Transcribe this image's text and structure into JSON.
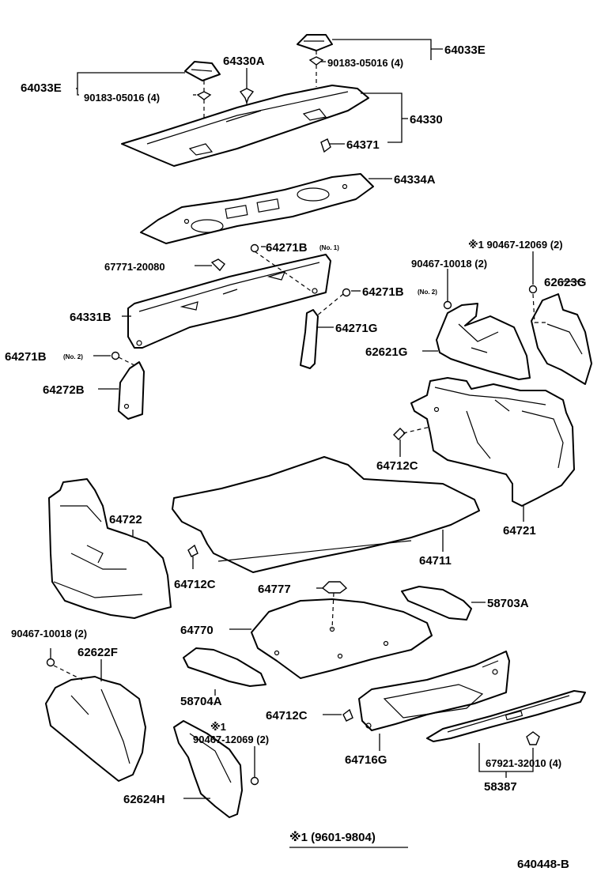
{
  "parts": {
    "p64033E_r": "64033E",
    "p90183_r": "90183-05016 (4)",
    "p64033E_l": "64033E",
    "p90183_l": "90183-05016 (4)",
    "p64330A": "64330A",
    "p64330": "64330",
    "p64371": "64371",
    "p64334A": "64334A",
    "p64271B_1": "64271B",
    "p64271B_1_note": "(No. 1)",
    "p67771": "67771-20080",
    "p64331B": "64331B",
    "p64271B_2": "64271B",
    "p64271B_2_note": "(No. 2)",
    "p64271G": "64271G",
    "p64271B_3": "64271B",
    "p64271B_3_note": "(No. 2)",
    "p64272B": "64272B",
    "p90467_12069_top": "※1 90467-12069 (2)",
    "p90467_10018_top": "90467-10018 (2)",
    "p62623G": "62623G",
    "p62621G": "62621G",
    "p64712C_top": "64712C",
    "p64721": "64721",
    "p64722": "64722",
    "p64712C_mid": "64712C",
    "p64711": "64711",
    "p64777": "64777",
    "p58703A": "58703A",
    "p64770": "64770",
    "p90467_10018_bot": "90467-10018 (2)",
    "p62622F": "62622F",
    "p58704A": "58704A",
    "p64712C_bot": "64712C",
    "p90467_12069_bot_mark": "※1",
    "p90467_12069_bot": "90467-12069 (2)",
    "p62624H": "62624H",
    "p64716G": "64716G",
    "p67921": "67921-32010 (4)",
    "p58387": "58387"
  },
  "footnote": "※1 (9601-9804)",
  "diagram_code": "640448-B"
}
